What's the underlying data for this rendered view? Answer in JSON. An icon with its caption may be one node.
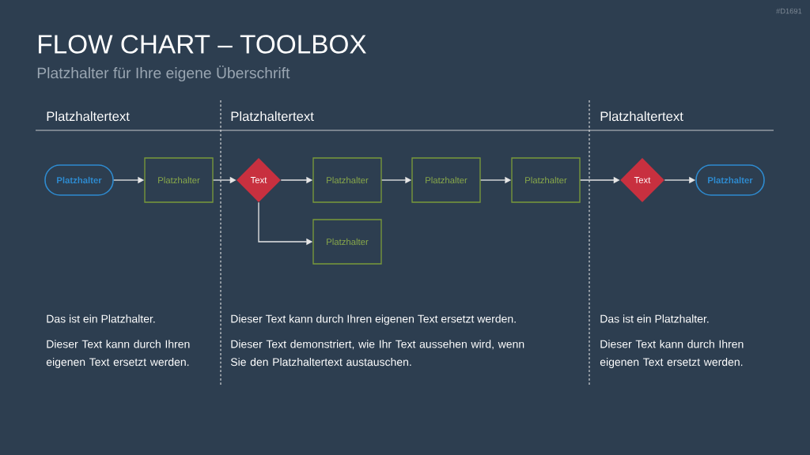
{
  "diagram": {
    "title": "FLOW CHART – TOOLBOX",
    "nodes": [
      {
        "text": [
          "Platzhalter"
        ]
      },
      {
        "text": [
          "Platzhalter"
        ]
      },
      {
        "text": [
          "Text"
        ]
      },
      {
        "text": [
          "Platzhalter"
        ]
      },
      {
        "text": [
          "Platzhalter"
        ]
      },
      {
        "text": [
          "Platzhalter"
        ]
      },
      {
        "text": [
          "Text"
        ]
      },
      {
        "text": [
          "Platzhalter"
        ]
      },
      {
        "text": [
          "Platzhalter"
        ]
      }
    ],
    "edges": [
      {
        "from": 0,
        "to": 1,
        "arrow": "to"
      },
      {
        "from": 1,
        "to": 2,
        "arrow": "to"
      },
      {
        "from": 2,
        "to": 3,
        "arrow": "to"
      },
      {
        "from": 3,
        "to": 4,
        "arrow": "to"
      },
      {
        "from": 4,
        "to": 5,
        "arrow": "to"
      },
      {
        "from": 5,
        "to": 6,
        "arrow": "to"
      },
      {
        "from": 6,
        "to": 7,
        "arrow": "to"
      },
      {
        "from": 2,
        "to": 8,
        "arrow": "to"
      }
    ],
    "labels": [
      "#D1691",
      "Platzhalter für Ihre eigene Überschrift",
      "Platzhaltertext",
      "Platzhaltertext",
      "Platzhaltertext",
      "Das ist ein Platzhalter.",
      "Dieser Text kann durch Ihren eigenen Text ersetzt werden.",
      "Dieser Text kann durch Ihren eigenen Text ersetzt werden.",
      "Dieser Text  demonstriert, wie Ihr Text aussehen wird, wenn Sie den Platzhaltertext austauschen.",
      "Das ist ein Platzhalter.",
      "Dieser Text kann durch Ihren eigenen Text ersetzt werden."
    ]
  }
}
